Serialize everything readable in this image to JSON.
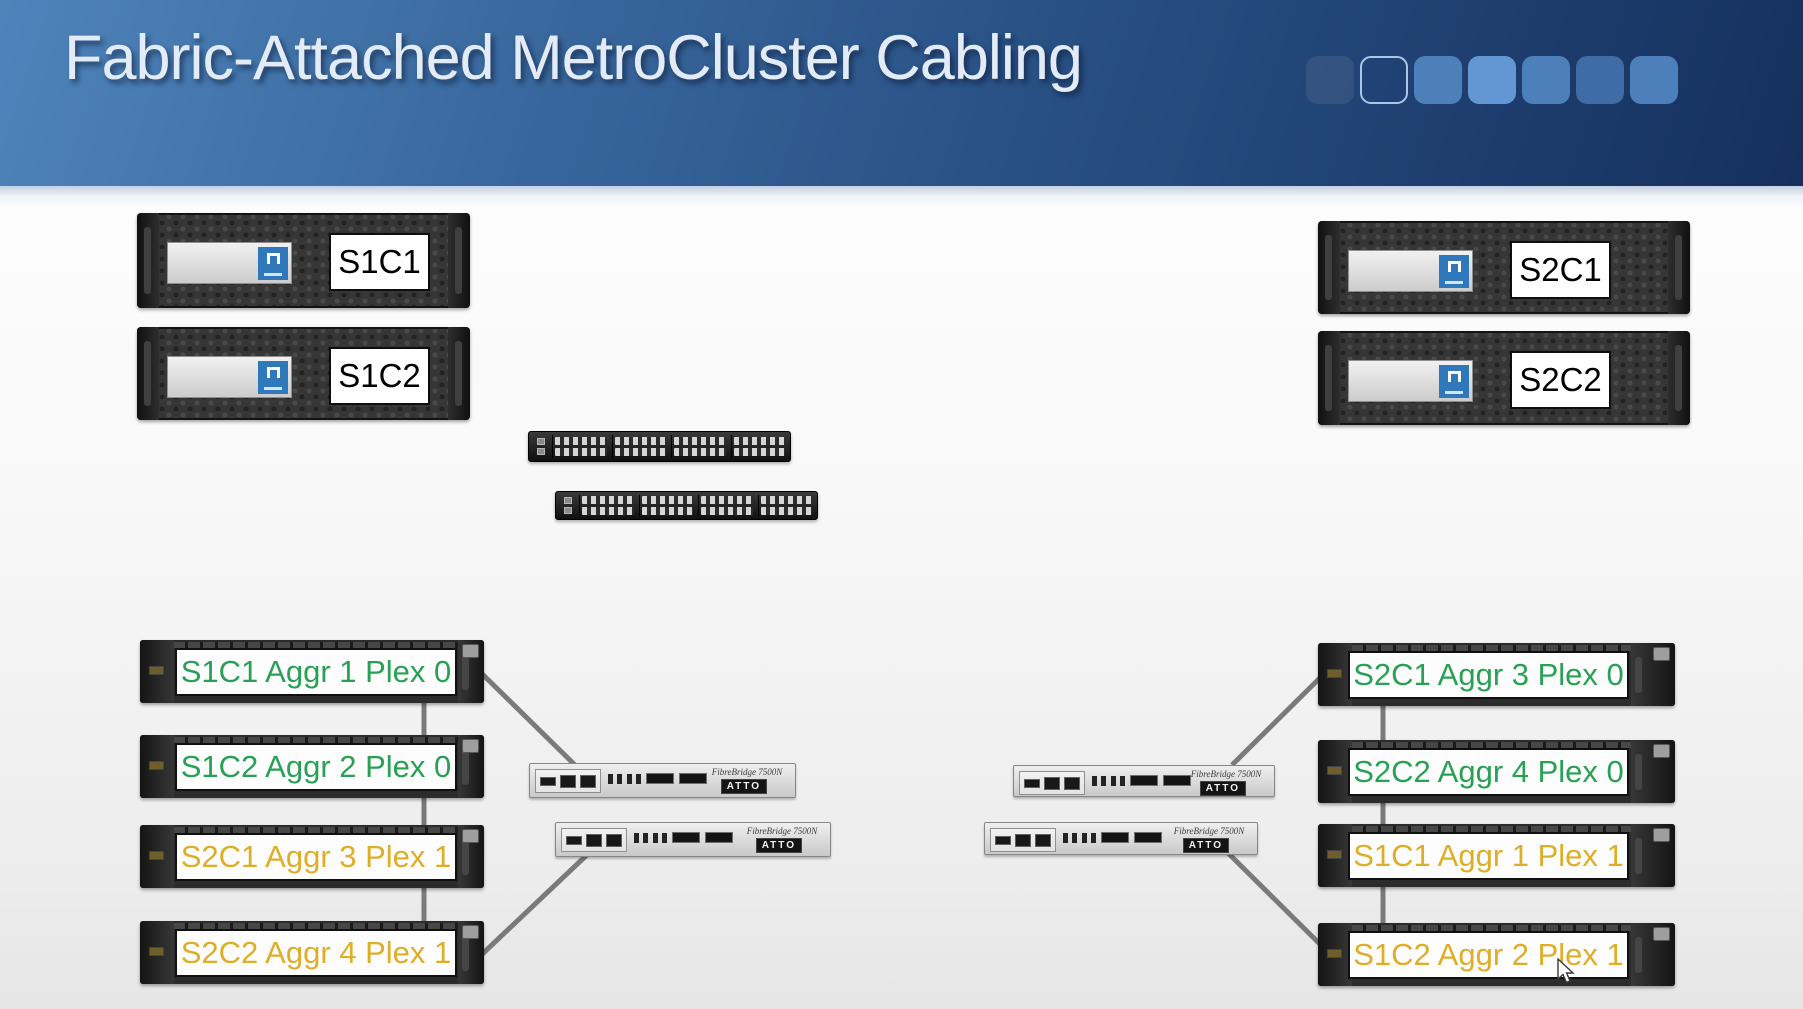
{
  "header": {
    "title": "Fabric-Attached MetroCluster Cabling"
  },
  "controllers": [
    {
      "label": "S1C1"
    },
    {
      "label": "S1C2"
    },
    {
      "label": "S2C1"
    },
    {
      "label": "S2C2"
    }
  ],
  "bridge": {
    "model": "FibreBridge 7500N",
    "brand": "ATTO"
  },
  "shelves_left": [
    {
      "label": "S1C1 Aggr 1 Plex 0",
      "color": "green"
    },
    {
      "label": "S1C2 Aggr 2 Plex 0",
      "color": "green"
    },
    {
      "label": "S2C1 Aggr 3 Plex 1",
      "color": "yellow"
    },
    {
      "label": "S2C2 Aggr 4 Plex 1",
      "color": "yellow"
    }
  ],
  "shelves_right": [
    {
      "label": "S2C1 Aggr 3 Plex 0",
      "color": "green"
    },
    {
      "label": "S2C2 Aggr 4 Plex 0",
      "color": "green"
    },
    {
      "label": "S1C1 Aggr 1 Plex 1",
      "color": "yellow"
    },
    {
      "label": "S1C2 Aggr 2 Plex 1",
      "color": "yellow"
    }
  ],
  "colors": {
    "green": "#28a155",
    "yellow": "#dfae27",
    "cable": "#7a7a7a",
    "netapp_blue": "#2f78bb"
  },
  "connections": [
    {
      "from": "S1C1 Aggr 1 Plex 0",
      "to": "S1C2 Aggr 2 Plex 0"
    },
    {
      "from": "S1C2 Aggr 2 Plex 0",
      "to": "S2C1 Aggr 3 Plex 1"
    },
    {
      "from": "S2C1 Aggr 3 Plex 1",
      "to": "S2C2 Aggr 4 Plex 1"
    },
    {
      "from": "S1C1 Aggr 1 Plex 0",
      "to": "left-bridge-1"
    },
    {
      "from": "S2C2 Aggr 4 Plex 1",
      "to": "left-bridge-2"
    },
    {
      "from": "S2C1 Aggr 3 Plex 0",
      "to": "S2C2 Aggr 4 Plex 0"
    },
    {
      "from": "S2C2 Aggr 4 Plex 0",
      "to": "S1C1 Aggr 1 Plex 1"
    },
    {
      "from": "S1C1 Aggr 1 Plex 1",
      "to": "S1C2 Aggr 2 Plex 1"
    },
    {
      "from": "right-bridge-1",
      "to": "S2C1 Aggr 3 Plex 0"
    },
    {
      "from": "right-bridge-2",
      "to": "S1C2 Aggr 2 Plex 1"
    }
  ]
}
